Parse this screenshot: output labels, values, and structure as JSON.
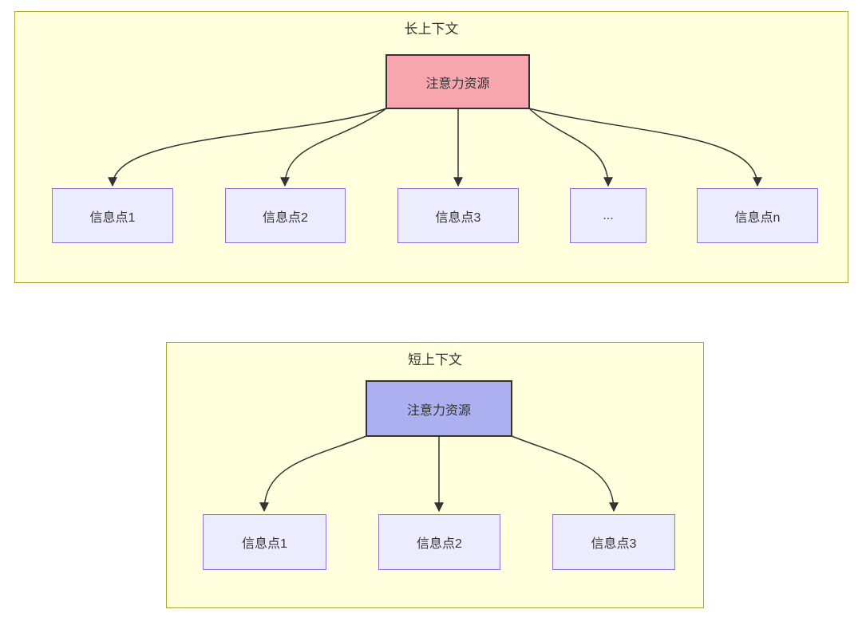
{
  "diagram": {
    "panels": {
      "long": {
        "title": "长上下文",
        "attention_label": "注意力资源",
        "attention_fill": "#F7A6AE",
        "info_nodes": [
          {
            "label": "信息点1"
          },
          {
            "label": "信息点2"
          },
          {
            "label": "信息点3"
          },
          {
            "label": "..."
          },
          {
            "label": "信息点n"
          }
        ]
      },
      "short": {
        "title": "短上下文",
        "attention_label": "注意力资源",
        "attention_fill": "#ACB0F0",
        "info_nodes": [
          {
            "label": "信息点1"
          },
          {
            "label": "信息点2"
          },
          {
            "label": "信息点3"
          }
        ]
      }
    },
    "colors": {
      "panel_fill": "#FFFFDE",
      "panel_border": "#AAAA33",
      "info_node_fill": "#ECECFF",
      "info_node_border": "#9370DB",
      "attention_border": "#333333",
      "arrow": "#333333",
      "text": "#333333"
    }
  }
}
